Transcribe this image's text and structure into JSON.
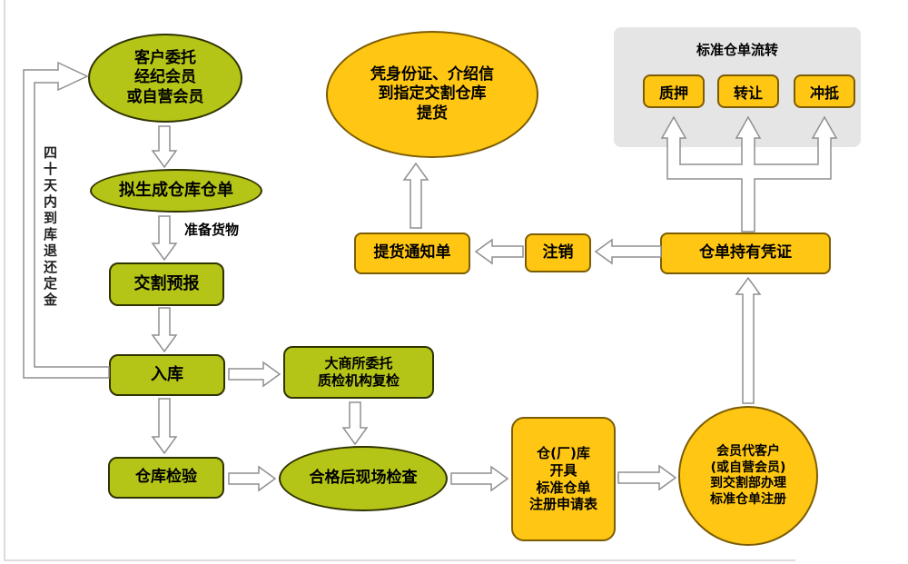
{
  "flow": {
    "client": {
      "lines": [
        "客户委托",
        "经纪会员",
        "或自营会员"
      ]
    },
    "draft_receipt": {
      "label": "拟生成仓库仓单"
    },
    "prepare_goods": {
      "label": "准备货物"
    },
    "delivery_forecast": {
      "label": "交割预报"
    },
    "warehouse_in": {
      "label": "入库"
    },
    "dce_recheck": {
      "lines": [
        "大商所委托",
        "质检机构复检"
      ]
    },
    "warehouse_check": {
      "label": "仓库检验"
    },
    "onsite_check": {
      "label": "合格后现场检查"
    },
    "issue_form": {
      "lines": [
        "仓(厂)库",
        "开具",
        "标准仓单",
        "注册申请表"
      ]
    },
    "member_register": {
      "lines": [
        "会员代客户",
        "(或自营会员)",
        "到交割部办理",
        "标准仓单注册"
      ]
    },
    "holding_cert": {
      "label": "仓单持有凭证"
    },
    "cancel": {
      "label": "注销"
    },
    "delivery_notice": {
      "label": "提货通知单"
    },
    "pickup": {
      "lines": [
        "凭身份证、介绍信",
        "到指定交割仓库",
        "提货"
      ]
    },
    "loop_note": {
      "label": "四十天内到库退还定金"
    }
  },
  "circulation_panel": {
    "title": "标准仓单流转",
    "items": [
      {
        "label": "质押"
      },
      {
        "label": "转让"
      },
      {
        "label": "冲抵"
      }
    ]
  },
  "colors": {
    "node_green": "#b5c517",
    "node_yellow": "#ffc713",
    "panel_gray": "#e5e5e5",
    "arrow_outline": "#8f8f8f",
    "text": "#000000"
  }
}
